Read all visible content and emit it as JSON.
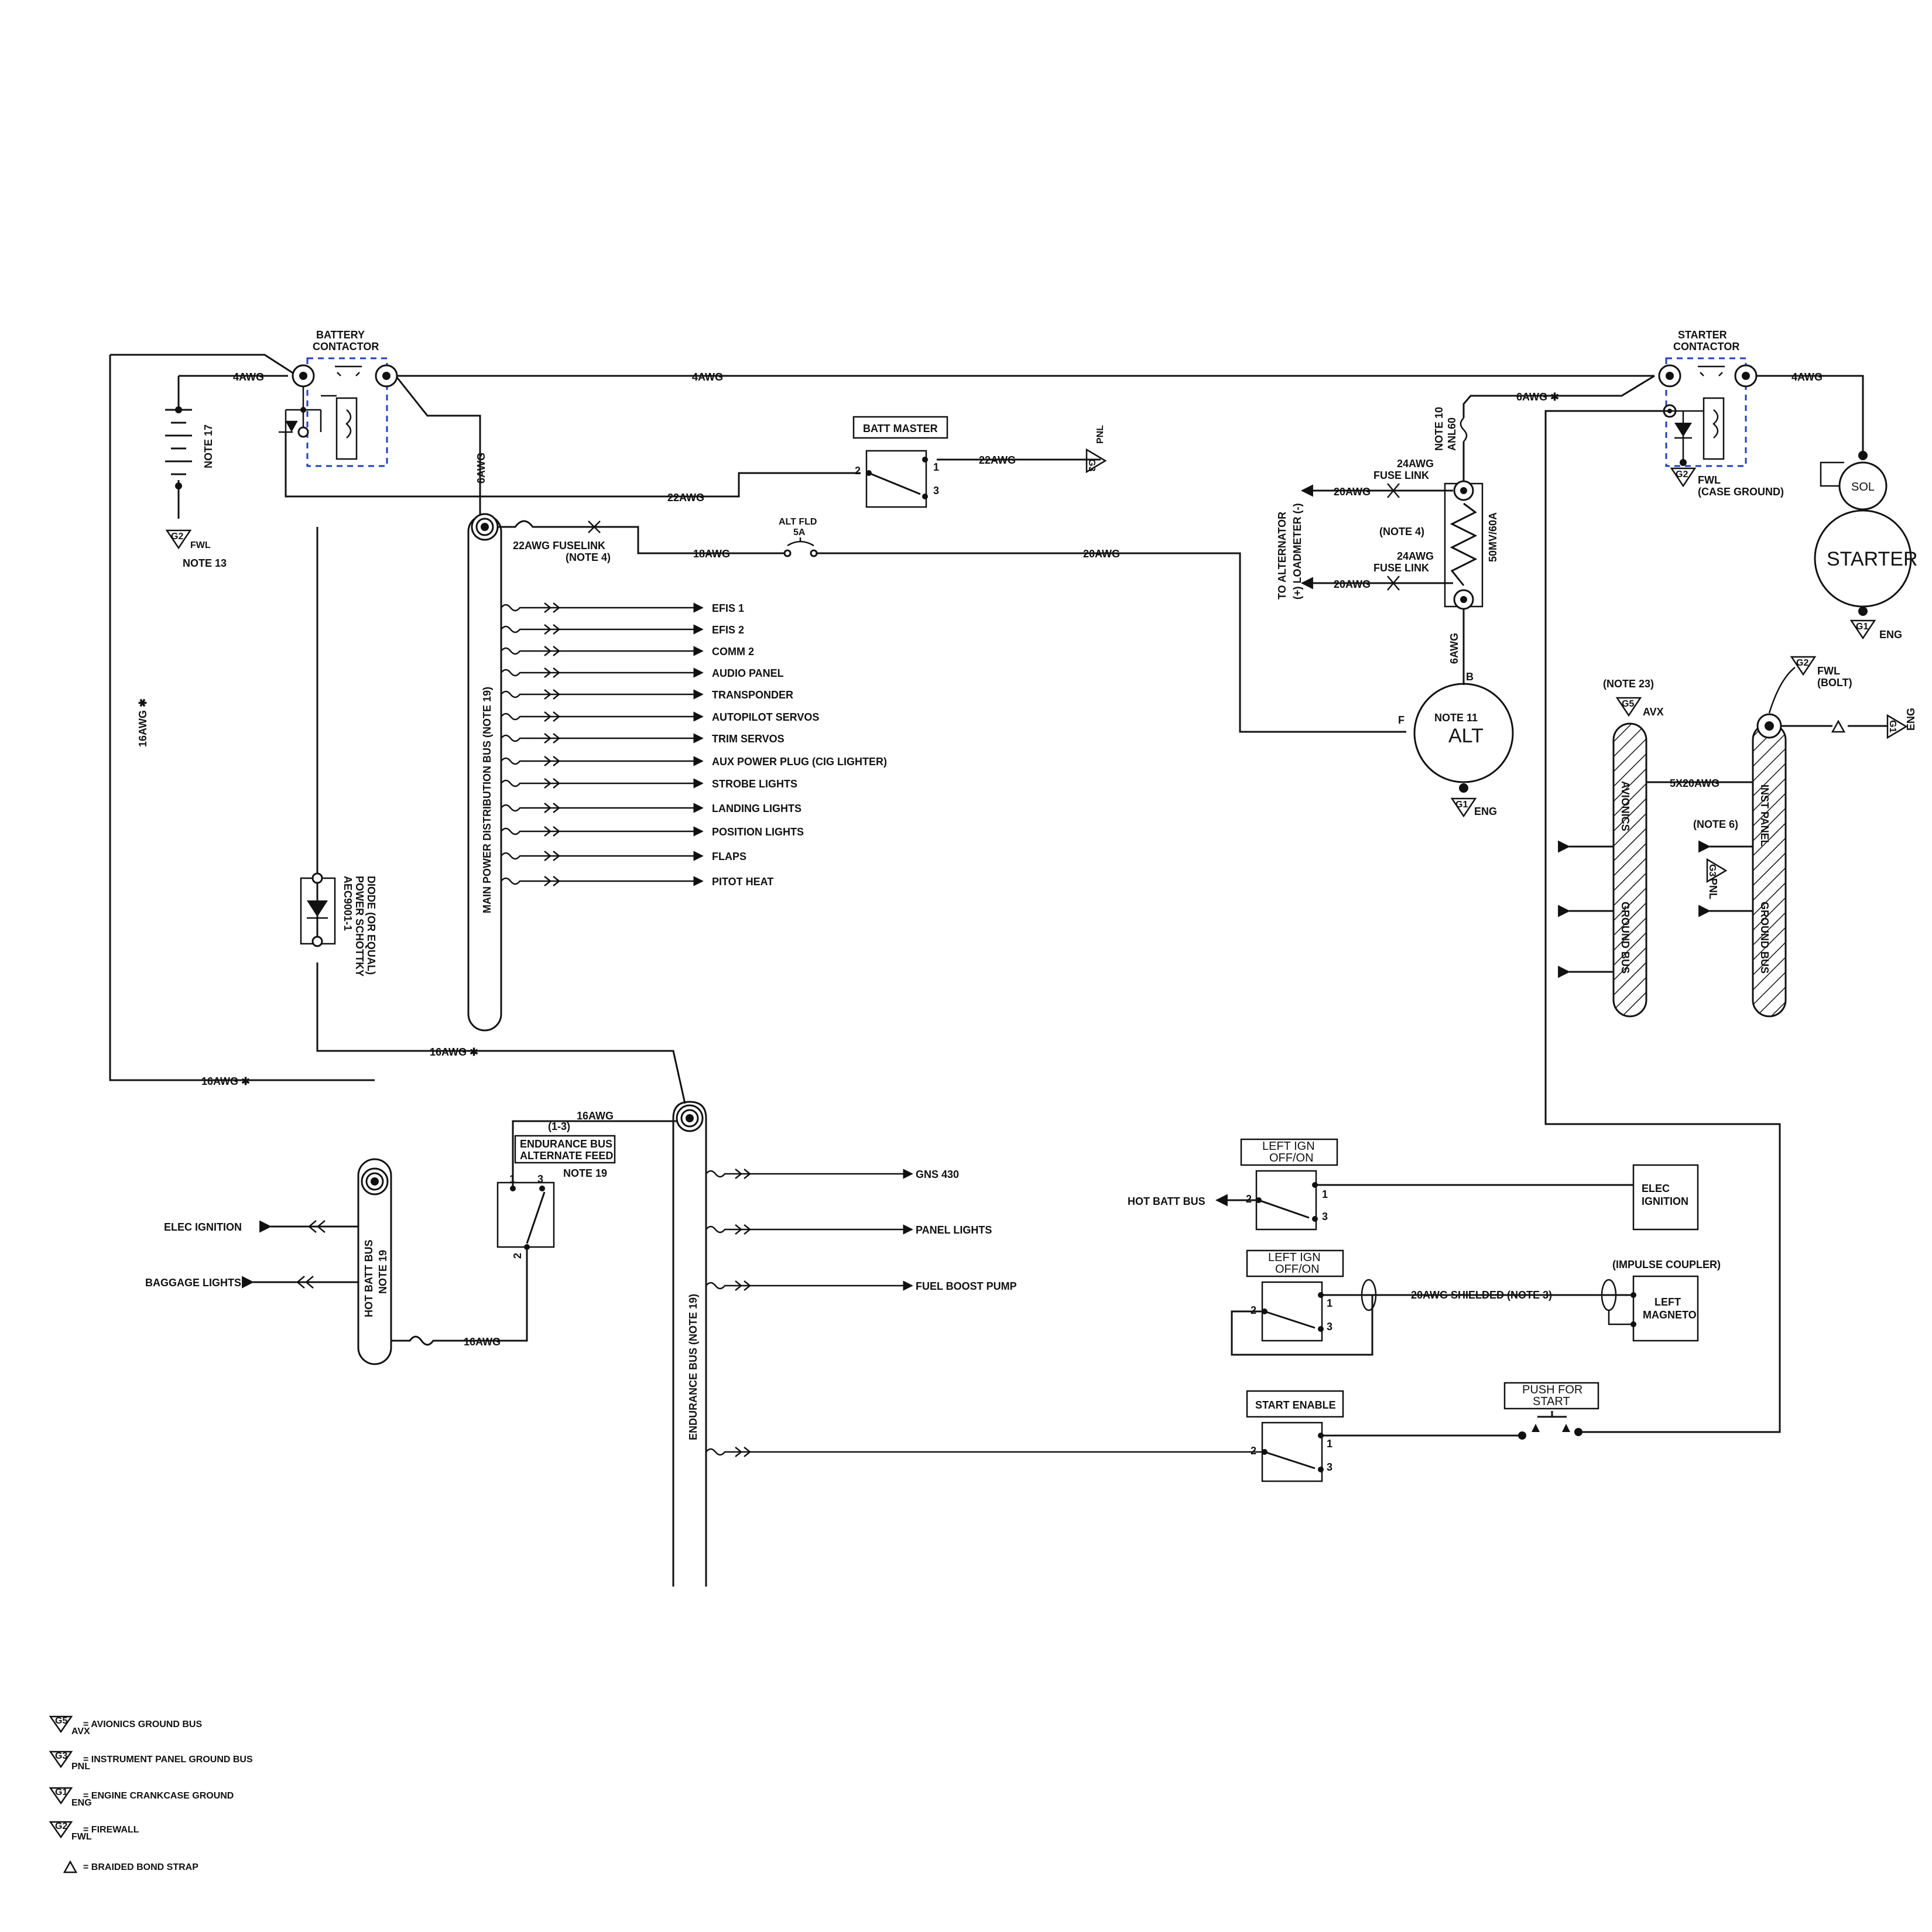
{
  "battery_contactor": {
    "title_l1": "BATTERY",
    "title_l2": "CONTACTOR"
  },
  "starter_contactor": {
    "title_l1": "STARTER",
    "title_l2": "CONTACTOR"
  },
  "wires": {
    "w4awg_left": "4AWG",
    "w4awg_mid": "4AWG",
    "w4awg_right": "4AWG",
    "w6awg_main": "6AWG",
    "w6awg_star": "6AWG ✱",
    "w22awg_batt": "22AWG",
    "w22awg_master": "22AWG",
    "w22awg_fuselink": "22AWG  FUSELINK",
    "note4_fuselink": "(NOTE  4)",
    "w18awg": "18AWG",
    "w20awg_fld": "20AWG",
    "w16awg_vert": "16AWG ✱",
    "w16awg_h1": "16AWG ✱",
    "w16awg_h2": "16AWG ✱",
    "w16awg_endur": "16AWG",
    "w16awg_hot": "16AWG",
    "w6awg_alt": "6AWG",
    "w20awg_fuse1": "20AWG",
    "w20awg_fuse2": "20AWG",
    "w5x20awg": "5X20AWG",
    "w20awg_shielded": "20AWG  SHIELDED  (NOTE  3)"
  },
  "battery": {
    "note": "NOTE  17",
    "ground_note": "NOTE  13"
  },
  "ground_tags": {
    "g2": "G2",
    "g3": "G3",
    "g1": "G1",
    "g5": "G5",
    "fwl": "FWL",
    "pnl": "PNL",
    "eng": "ENG",
    "avx": "AVX",
    "fwl_case_l1": "FWL",
    "fwl_case_l2": "(CASE  GROUND)",
    "fwl_bolt_l1": "FWL",
    "fwl_bolt_l2": "(BOLT)"
  },
  "batt_master": {
    "label": "BATT MASTER",
    "pin1": "1",
    "pin2": "2",
    "pin3": "3"
  },
  "alt_fld": {
    "l1": "ALT  FLD",
    "l2": "5A"
  },
  "main_bus": {
    "label": "MAIN  POWER  DISTRIBUTION  BUS  (NOTE  19)",
    "loads": [
      "EFIS 1",
      "EFIS 2",
      "COMM 2",
      "AUDIO PANEL",
      "TRANSPONDER",
      "AUTOPILOT SERVOS",
      "TRIM SERVOS",
      "AUX POWER PLUG (CIG LIGHTER)",
      "STROBE LIGHTS",
      "LANDING LIGHTS",
      "POSITION LIGHTS",
      "FLAPS",
      "PITOT HEAT"
    ]
  },
  "diode": {
    "l1": "AEC9001-1",
    "l2": "POWER  SCHOTTKY",
    "l3": "DIODE  (OR  EQUAL)"
  },
  "alt_section": {
    "note10": "NOTE  10",
    "anl60": "ANL60",
    "fuse_link_l1": "24AWG",
    "fuse_link_l2": "FUSE  LINK",
    "note4": "(NOTE  4)",
    "shunt": "50MV/60A",
    "loadmeter_l1": "TO  ALTERNATOR",
    "loadmeter_l2": "(+)  LOADMETER  (-)",
    "alt_note": "NOTE  11",
    "alt_label": "ALT",
    "term_b": "B",
    "term_f": "F"
  },
  "starter": {
    "sol": "SOL",
    "label": "STARTER"
  },
  "ground_buses": {
    "note23": "(NOTE  23)",
    "note6": "(NOTE  6)",
    "avionics": "AVIONICS",
    "inst_panel": "INST  PANEL",
    "ground_bus": "GROUND  BUS"
  },
  "hot_batt_bus": {
    "l1": "HOT BATT BUS",
    "l2": "NOTE 19",
    "loads": [
      "ELEC IGNITION",
      "BAGGAGE LIGHTS"
    ]
  },
  "endurance_alt_feed": {
    "pins": "(1-3)",
    "l1": "ENDURANCE  BUS",
    "l2": "ALTERNATE  FEED",
    "note": "NOTE  19",
    "pin1": "1",
    "pin2": "2",
    "pin3": "3"
  },
  "endurance_bus": {
    "label": "ENDURANCE  BUS  (NOTE  19)",
    "loads": [
      "GNS 430",
      "PANEL LIGHTS",
      "FUEL BOOST PUMP"
    ]
  },
  "ign_switch_1": {
    "l1": "LEFT  IGN",
    "l2": "OFF/ON",
    "hot_batt": "HOT BATT BUS",
    "pin1": "1",
    "pin2": "2",
    "pin3": "3"
  },
  "ign_switch_2": {
    "l1": "LEFT  IGN",
    "l2": "OFF/ON",
    "pin1": "1",
    "pin2": "2",
    "pin3": "3"
  },
  "elec_ignition_box": {
    "l1": "ELEC",
    "l2": "IGNITION"
  },
  "magneto": {
    "coupler": "(IMPULSE COUPLER)",
    "l1": "LEFT",
    "l2": "MAGNETO"
  },
  "start_enable": {
    "label": "START ENABLE",
    "pin1": "1",
    "pin2": "2",
    "pin3": "3"
  },
  "push_start": {
    "l1": "PUSH  FOR",
    "l2": "START"
  },
  "legend": [
    {
      "tag": "G5",
      "sub": "AVX",
      "text": "=  AVIONICS  GROUND  BUS"
    },
    {
      "tag": "G3",
      "sub": "PNL",
      "text": "=  INSTRUMENT  PANEL  GROUND  BUS"
    },
    {
      "tag": "G1",
      "sub": "ENG",
      "text": "=  ENGINE  CRANKCASE  GROUND"
    },
    {
      "tag": "G2",
      "sub": "FWL",
      "text": "=  FIREWALL"
    },
    {
      "tag": "",
      "sub": "",
      "text": "=  BRAIDED  BOND  STRAP"
    }
  ]
}
